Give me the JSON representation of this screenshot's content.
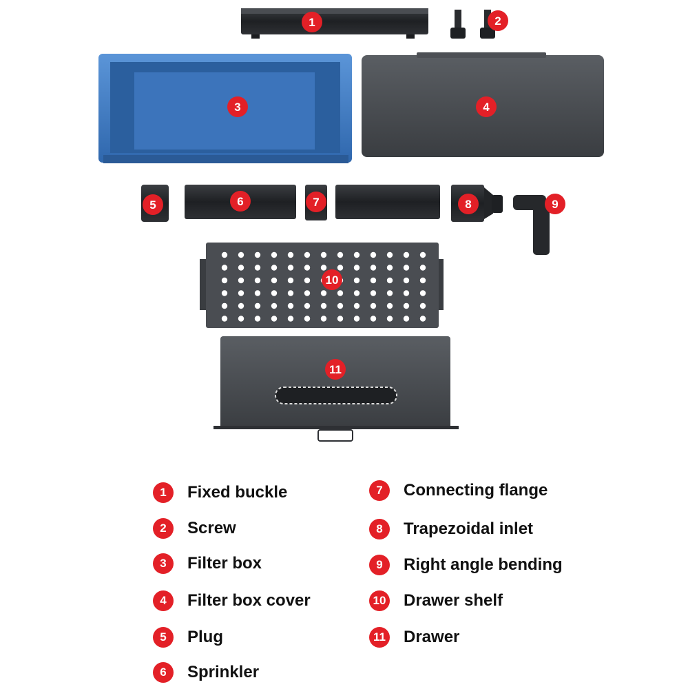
{
  "parts": [
    {
      "num": "1",
      "label": "Fixed buckle"
    },
    {
      "num": "2",
      "label": "Screw"
    },
    {
      "num": "3",
      "label": "Filter box"
    },
    {
      "num": "4",
      "label": "Filter box cover"
    },
    {
      "num": "5",
      "label": "Plug"
    },
    {
      "num": "6",
      "label": "Sprinkler"
    },
    {
      "num": "7",
      "label": "Connecting flange"
    },
    {
      "num": "8",
      "label": "Trapezoidal inlet"
    },
    {
      "num": "9",
      "label": "Right angle bending"
    },
    {
      "num": "10",
      "label": "Drawer shelf"
    },
    {
      "num": "11",
      "label": "Drawer"
    }
  ],
  "colors": {
    "badge": "#e32027",
    "filter_box_blue": "#3a7bc8",
    "part_dark": "#4a4d52",
    "part_black": "#26282b"
  }
}
